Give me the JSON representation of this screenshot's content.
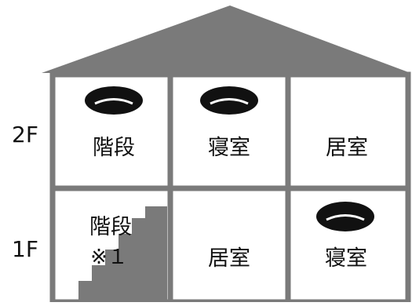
{
  "floors": {
    "upper": {
      "label": "2F",
      "rooms": [
        {
          "label": "階段",
          "detector": true
        },
        {
          "label": "寝室",
          "detector": true
        },
        {
          "label": "居室",
          "detector": false
        }
      ]
    },
    "lower": {
      "label": "1F",
      "rooms": [
        {
          "label": "階段",
          "note": "※１",
          "detector": false
        },
        {
          "label": "居室",
          "detector": false
        },
        {
          "label": "寝室",
          "detector": true
        }
      ]
    }
  },
  "colors": {
    "wall": "#7a7a7a",
    "roof": "#7a7a7a",
    "stairs": "#7a7a7a",
    "detector": "#111111",
    "text": "#111111"
  },
  "icons": {
    "detector": "smoke-detector-icon",
    "stairs": "staircase-icon"
  }
}
